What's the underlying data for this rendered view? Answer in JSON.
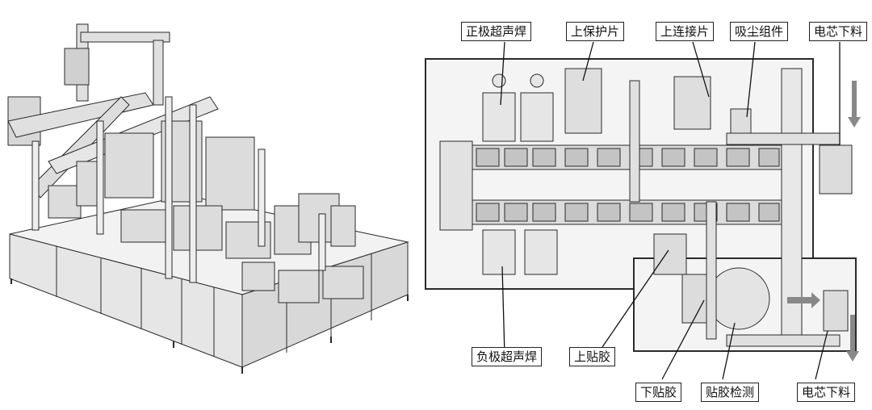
{
  "labels": {
    "pos_weld": "正极超声焊",
    "top_protect": "上保护片",
    "top_connect": "上连接片",
    "dust": "吸尘组件",
    "cell_unload_top": "电芯下料",
    "neg_weld": "负极超声焊",
    "top_tape": "上贴胶",
    "bottom_tape": "下贴胶",
    "tape_inspect": "贴胶检测",
    "cell_unload_bottom": "电芯下料"
  },
  "colors": {
    "line": "#2a2a2a",
    "frame_fill": "#f2f2f2",
    "panel_fill": "#e4e4e4",
    "arrow": "#888888"
  }
}
